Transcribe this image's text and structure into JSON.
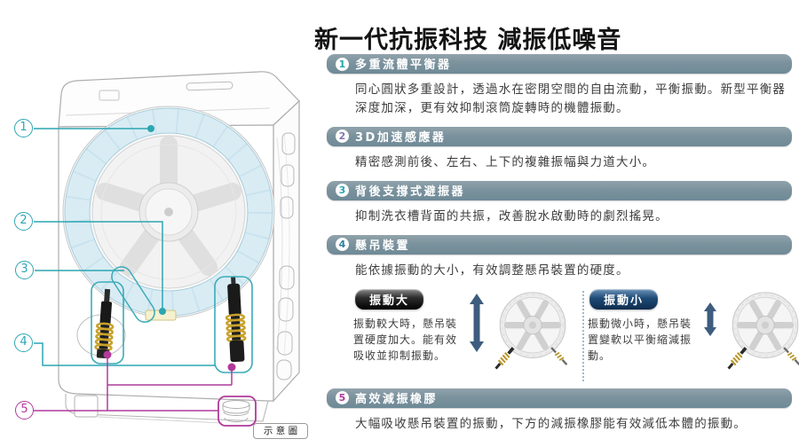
{
  "page": {
    "title": "新一代抗振科技 減振低噪音"
  },
  "colors": {
    "teal_accent": "#2ba6b2",
    "magenta_accent": "#b13a9b",
    "purple_accent": "#8277b4",
    "header_bar": "#7b929d",
    "arrow_blue": "#3d5c7e",
    "balancer_ring_blue": "#d9ecf4",
    "spring_gold": "#c9a22b"
  },
  "diagram": {
    "callouts": [
      "1",
      "2",
      "3",
      "4",
      "5"
    ],
    "label": "示 意 圖"
  },
  "sections": [
    {
      "number": "1",
      "number_color": "#2aa3ae",
      "title": "多重流體平衡器",
      "description": "同心圓狀多重設計，透過水在密閉空間的自由流動，平衡振動。新型平衡器深度加深，更有效抑制滾筒旋轉時的機體振動。"
    },
    {
      "number": "2",
      "number_color": "#8277b4",
      "title": "3D加速感應器",
      "description": "精密感測前後、左右、上下的複雜振幅與力道大小。"
    },
    {
      "number": "3",
      "number_color": "#2aa3ae",
      "title": "背後支撐式避振器",
      "description": "抑制洗衣槽背面的共振，改善脫水啟動時的劇烈搖晃。"
    },
    {
      "number": "4",
      "number_color": "#2f7fa0",
      "title": "懸吊裝置",
      "description": "能依據振動的大小，有效調整懸吊裝置的硬度。"
    },
    {
      "number": "5",
      "number_color": "#b13a9b",
      "title": "高效減振橡膠",
      "description": "大幅吸收懸吊裝置的振動，下方的減振橡膠能有效減低本體的振動。"
    }
  ],
  "comparison": {
    "large": {
      "badge": "振動大",
      "description": "振動較大時，懸吊裝置硬度加大。能有效吸收並抑制振動。"
    },
    "small": {
      "badge": "振動小",
      "description": "振動微小時，懸吊裝置變軟以平衡縮減振動。"
    }
  }
}
